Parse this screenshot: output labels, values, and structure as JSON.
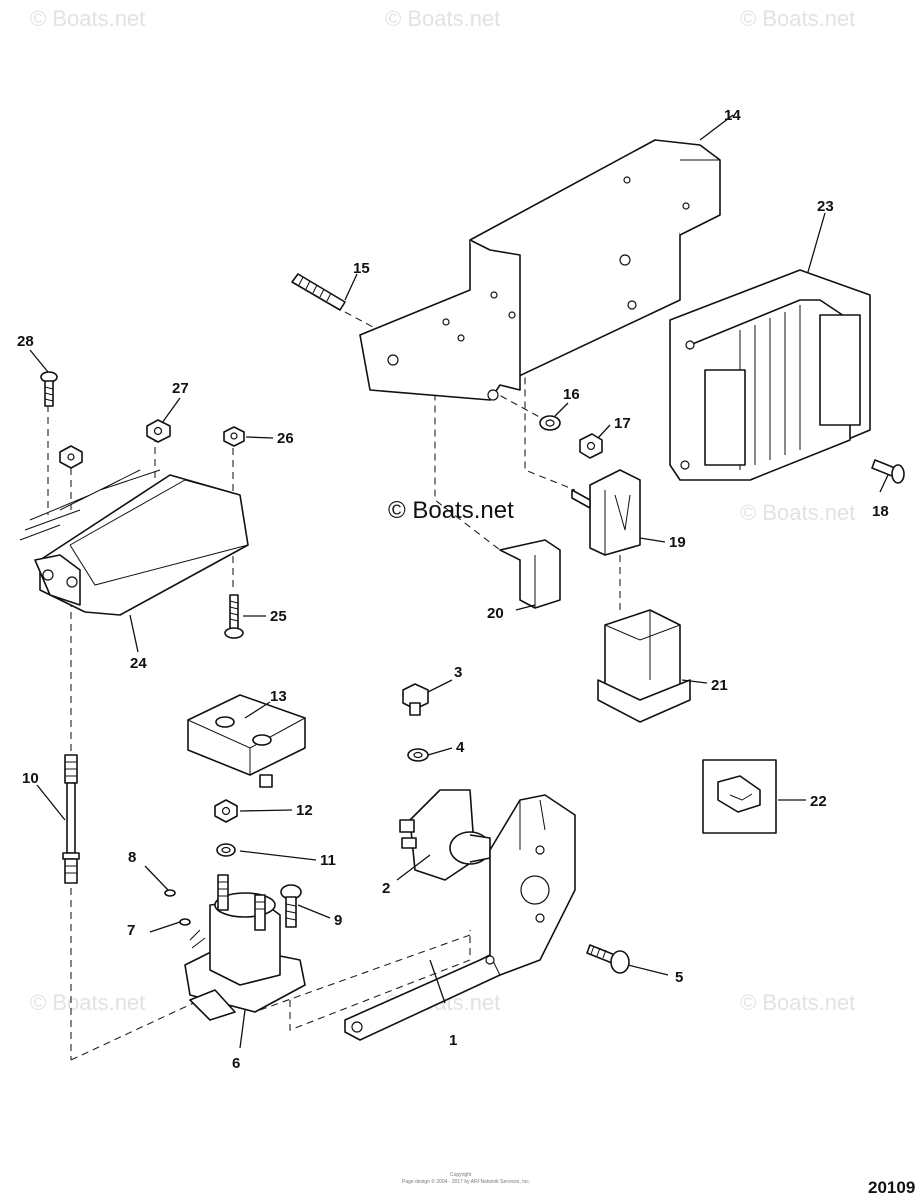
{
  "watermark": "© Boats.net",
  "figure_number": "20109",
  "footer": {
    "line1": "Copyright",
    "line2": "Page design © 2004 - 2017 by ARI Network Services, Inc."
  },
  "callouts": [
    "1",
    "2",
    "3",
    "4",
    "5",
    "6",
    "7",
    "8",
    "9",
    "10",
    "11",
    "12",
    "13",
    "14",
    "15",
    "16",
    "17",
    "18",
    "19",
    "20",
    "21",
    "22",
    "23",
    "24",
    "25",
    "26",
    "27",
    "28"
  ]
}
